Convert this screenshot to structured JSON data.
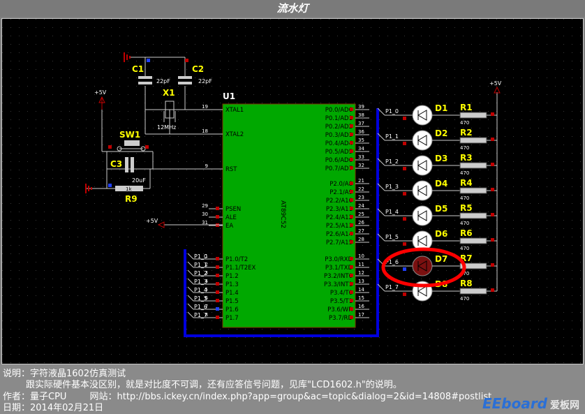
{
  "title": "流水灯",
  "mcu": {
    "ref": "U1",
    "part": "AT89C52",
    "left_pins": [
      {
        "name": "XTAL1",
        "num": "19"
      },
      {
        "name": "XTAL2",
        "num": "18"
      },
      {
        "name": "RST",
        "num": "9"
      },
      {
        "name": "PSEN",
        "num": "29"
      },
      {
        "name": "ALE",
        "num": "30"
      },
      {
        "name": "EA",
        "num": "31"
      },
      {
        "name": "P1.0/T2",
        "num": "1"
      },
      {
        "name": "P1.1/T2EX",
        "num": "2"
      },
      {
        "name": "P1.2",
        "num": "3"
      },
      {
        "name": "P1.3",
        "num": "4"
      },
      {
        "name": "P1.4",
        "num": "5"
      },
      {
        "name": "P1.5",
        "num": "6"
      },
      {
        "name": "P1.6",
        "num": "7"
      },
      {
        "name": "P1.7",
        "num": "8"
      }
    ],
    "right_pins": [
      {
        "name": "P0.0/AD0",
        "num": "39"
      },
      {
        "name": "P0.1/AD1",
        "num": "38"
      },
      {
        "name": "P0.2/AD2",
        "num": "37"
      },
      {
        "name": "P0.3/AD3",
        "num": "36"
      },
      {
        "name": "P0.4/AD4",
        "num": "35"
      },
      {
        "name": "P0.5/AD5",
        "num": "34"
      },
      {
        "name": "P0.6/AD6",
        "num": "33"
      },
      {
        "name": "P0.7/AD7",
        "num": "32"
      },
      {
        "name": "P2.0/A8",
        "num": "21"
      },
      {
        "name": "P2.1/A9",
        "num": "22"
      },
      {
        "name": "P2.2/A10",
        "num": "23"
      },
      {
        "name": "P2.3/A11",
        "num": "24"
      },
      {
        "name": "P2.4/A12",
        "num": "25"
      },
      {
        "name": "P2.5/A13",
        "num": "26"
      },
      {
        "name": "P2.6/A14",
        "num": "27"
      },
      {
        "name": "P2.7/A15",
        "num": "28"
      },
      {
        "name": "P3.0/RXD",
        "num": "10"
      },
      {
        "name": "P3.1/TXD",
        "num": "11"
      },
      {
        "name": "P3.2/INT0",
        "num": "12"
      },
      {
        "name": "P3.3/INT1",
        "num": "13"
      },
      {
        "name": "P3.4/T0",
        "num": "14"
      },
      {
        "name": "P3.5/T1",
        "num": "15"
      },
      {
        "name": "P3.6/WR",
        "num": "16"
      },
      {
        "name": "P3.7/RD",
        "num": "17"
      }
    ]
  },
  "p1_nets": [
    "P1_0",
    "P1_1",
    "P1_2",
    "P1_3",
    "P1_4",
    "P1_5",
    "P1_6",
    "P1_7"
  ],
  "left_net_nums": [
    "1",
    "2",
    "3",
    "4",
    "5",
    "6",
    "7",
    "8"
  ],
  "leds": [
    "D1",
    "D2",
    "D3",
    "D4",
    "D5",
    "D6",
    "D7",
    "D8"
  ],
  "resistors": [
    "R1",
    "R2",
    "R3",
    "R4",
    "R5",
    "R6",
    "R7",
    "R8"
  ],
  "resistor_value": "470",
  "vcc_label": "+5V",
  "c1": {
    "ref": "C1",
    "value": "22pF"
  },
  "c2": {
    "ref": "C2",
    "value": "22pF"
  },
  "c3": {
    "ref": "C3",
    "value": "20uF"
  },
  "x1": {
    "ref": "X1",
    "value": "12MHz"
  },
  "sw1": {
    "ref": "SW1"
  },
  "r9": {
    "ref": "R9",
    "value": "1k"
  },
  "highlighted_led": "D7",
  "footer": {
    "line1": "说明：字符液晶1602仿真测试",
    "line2": "        跟实际硬件基本没区别，就是对比度不可调，还有应答信号问题，见库\"LCD1602.h\"的说明。",
    "line3": "作者：量子CPU        网站：http://bbs.ickey.cn/index.php?app=group&ac=topic&dialog=2&id=14808#postlist",
    "line4": "日期：2014年02月21日"
  },
  "watermark": {
    "brand": "EEboard",
    "sub": "爱板网"
  }
}
